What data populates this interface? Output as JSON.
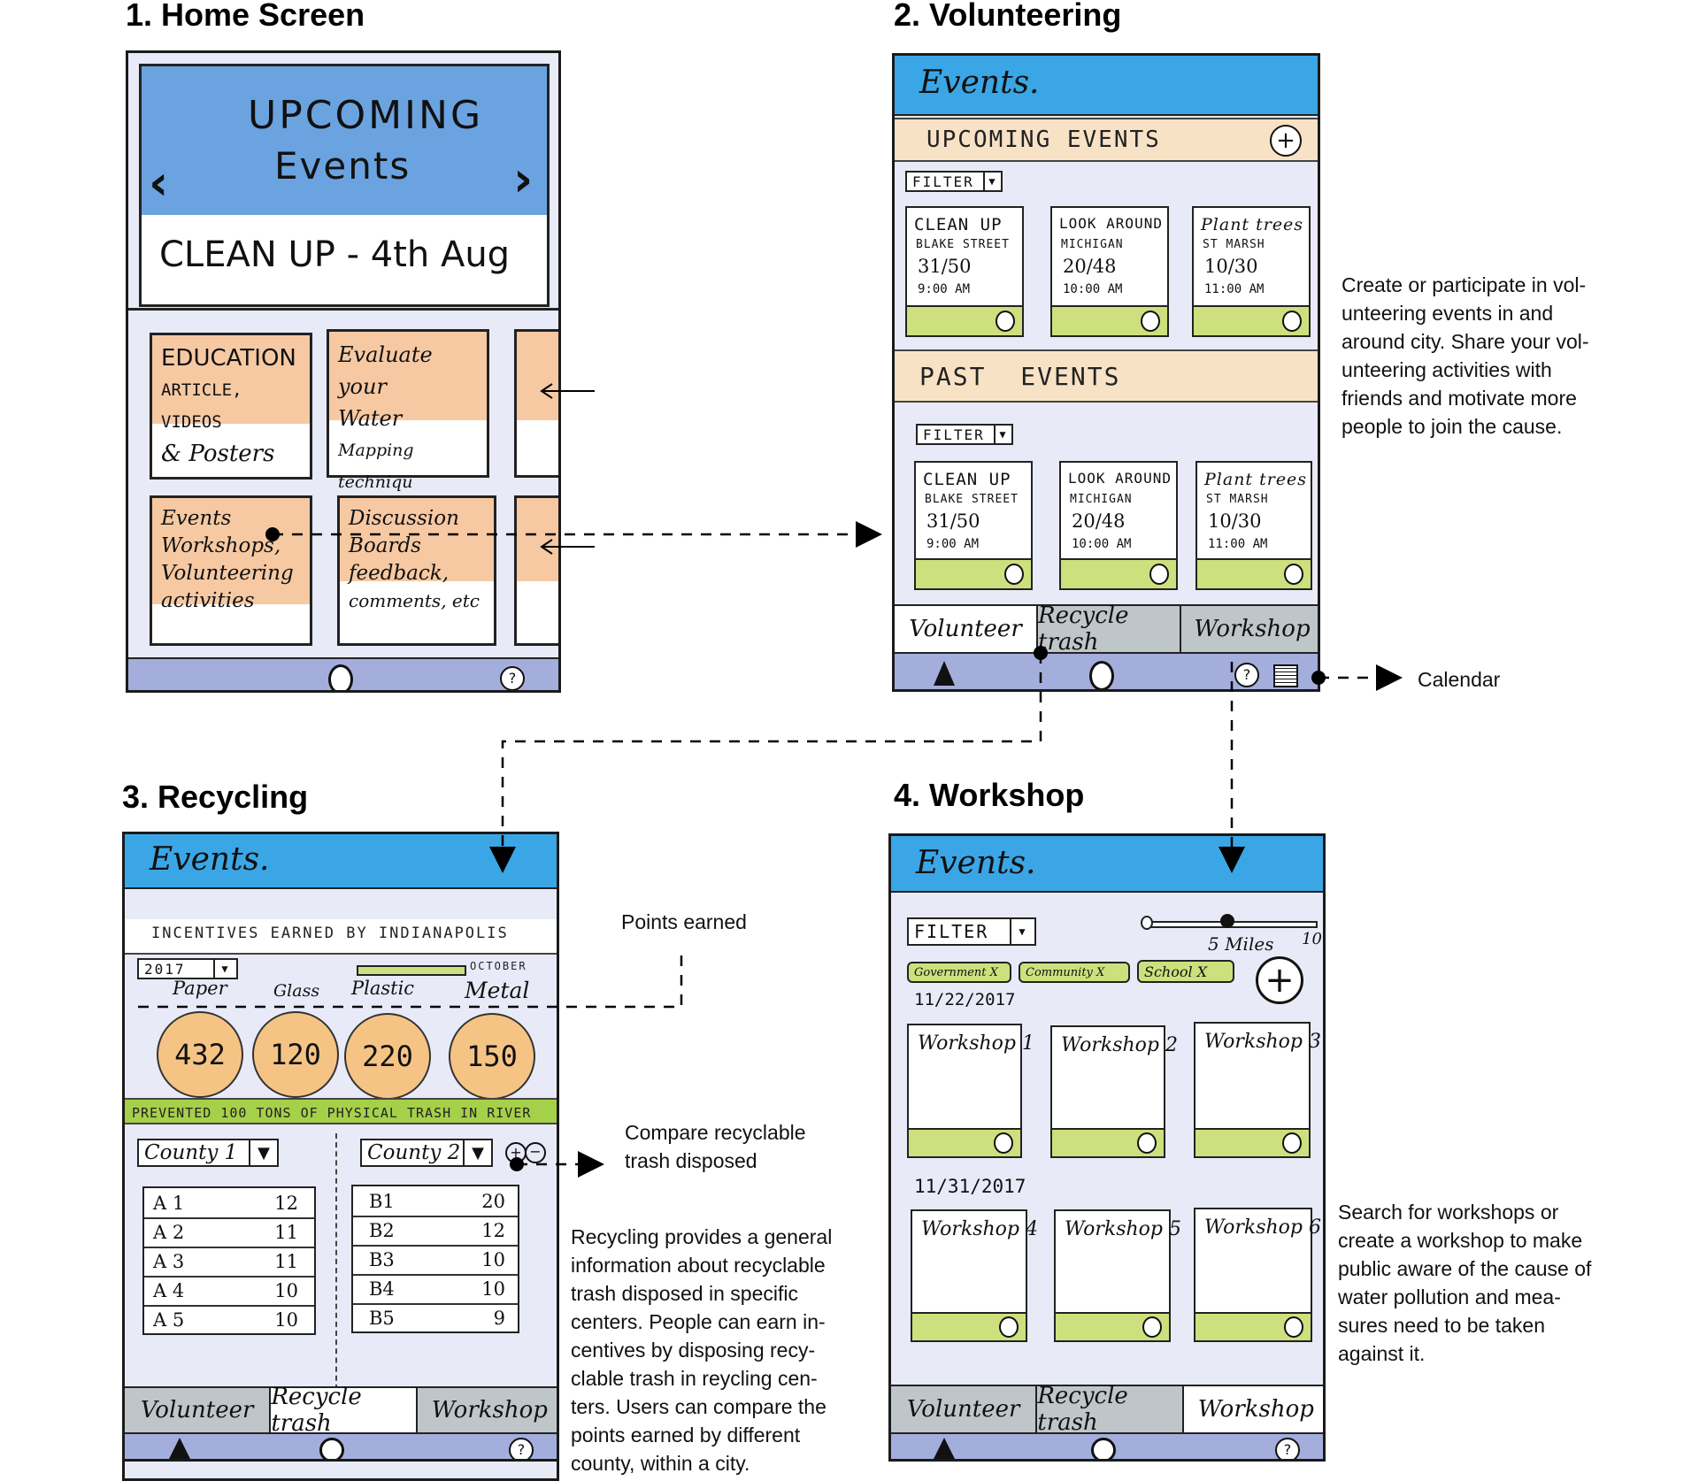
{
  "titles": {
    "home": "1. Home Screen",
    "volunteering": "2. Volunteering",
    "recycling": "3. Recycling",
    "workshop": "4. Workshop"
  },
  "notes": {
    "volunteering": "Create or participate in vol-unteering events in and around city. Share your vol-unteering activities with friends and motivate more people to join the cause.",
    "volunteering_lines": [
      "Create or participate in vol-",
      "unteering events in and",
      "around city. Share your vol-",
      "unteering activities with",
      "friends and motivate more",
      "people to join the cause."
    ],
    "calendar": "Calendar",
    "points": "Points earned",
    "compare_lines": [
      "Compare recyclable",
      "trash disposed"
    ],
    "recycling_lines": [
      "Recycling provides a general",
      "information about recyclable",
      "trash disposed in specific",
      "centers. People can earn in-",
      "centives by disposing recy-",
      "clable trash in reycling cen-",
      "ters. Users can compare the",
      "points earned by different",
      "county, within a city."
    ],
    "workshop_lines": [
      "Search for workshops or",
      "create a workshop to make",
      "public aware of the cause of",
      "water pollution and mea-",
      "sures need to be taken",
      "against it."
    ]
  },
  "home": {
    "banner_line1": "UPCOMING",
    "banner_line2": "Events",
    "event": "CLEAN UP - 4th Aug",
    "prev": "‹",
    "next": "›",
    "tiles": [
      {
        "lines": [
          "EDUCATION",
          "ARTICLE, VIDEOS",
          "& Posters"
        ]
      },
      {
        "lines": [
          "Evaluate your",
          "Water",
          "Mapping techniqu"
        ]
      },
      {
        "lines": [
          "Events",
          "Workshops,",
          "Volunteering",
          "activities"
        ]
      },
      {
        "lines": [
          "Discussion",
          "Boards",
          "feedback,",
          "comments, etc"
        ]
      }
    ],
    "help": "?"
  },
  "volunteering": {
    "header": "Events.",
    "upcoming": "UPCOMING EVENTS",
    "past": "PAST EVENTS",
    "filter": "FILTER",
    "cards": [
      {
        "title": "CLEAN UP",
        "place": "BLAKE STREET",
        "count": "31/50",
        "time": "9:00 AM"
      },
      {
        "title": "LOOK AROUND",
        "place": "MICHIGAN",
        "count": "20/48",
        "time": "10:00 AM"
      },
      {
        "title": "Plant trees",
        "place": "ST MARSH",
        "count": "10/30",
        "time": "11:00 AM"
      }
    ],
    "tabs": [
      "Volunteer",
      "Recycle trash",
      "Workshop"
    ],
    "help": "?"
  },
  "recycling": {
    "header": "Events.",
    "incentives": "INCENTIVES EARNED BY INDIANAPOLIS",
    "year": "2017",
    "month": "OCTOBER",
    "materials": [
      "Paper",
      "Glass",
      "Plastic",
      "Metal"
    ],
    "values": [
      "432",
      "120",
      "220",
      "150"
    ],
    "prevented": "PREVENTED 100 TONS OF PHYSICAL TRASH IN RIVER",
    "county1": "County 1",
    "county2": "County 2",
    "table1": [
      [
        "A 1",
        "12"
      ],
      [
        "A 2",
        "11"
      ],
      [
        "A 3",
        "11"
      ],
      [
        "A 4",
        "10"
      ],
      [
        "A 5",
        "10"
      ]
    ],
    "table2": [
      [
        "B1",
        "20"
      ],
      [
        "B2",
        "12"
      ],
      [
        "B3",
        "10"
      ],
      [
        "B4",
        "10"
      ],
      [
        "B5",
        "9"
      ]
    ],
    "tabs": [
      "Volunteer",
      "Recycle trash",
      "Workshop"
    ],
    "help": "?"
  },
  "workshop": {
    "header": "Events.",
    "filter": "FILTER",
    "slider_value": "5 Miles",
    "slider_max": "10",
    "tags": [
      "Government X",
      "Community X",
      "School X"
    ],
    "date1": "11/22/2017",
    "date2": "11/31/2017",
    "cards1": [
      "Workshop 1",
      "Workshop 2",
      "Workshop 3"
    ],
    "cards2": [
      "Workshop 4",
      "Workshop 5",
      "Workshop 6"
    ],
    "tabs": [
      "Volunteer",
      "Recycle trash",
      "Workshop"
    ],
    "help": "?"
  },
  "colors": {
    "header_blue": "#3ba6e6",
    "nav_blue": "#a4aedc",
    "peach": "#f6c9a3",
    "beige": "#f8e2c6",
    "lime": "#cde07d",
    "orange_circle": "#f5c485"
  }
}
